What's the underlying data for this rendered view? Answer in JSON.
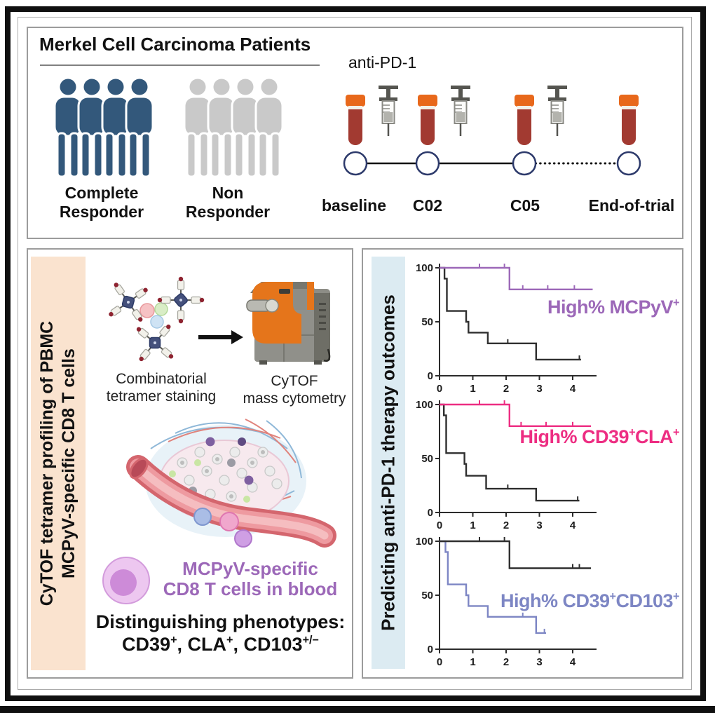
{
  "top_panel": {
    "title": "Merkel Cell Carcinoma Patients",
    "treatment_label": "anti-PD-1",
    "patient_groups": [
      {
        "label_line1": "Complete",
        "label_line2": "Responder",
        "color": "#33587b"
      },
      {
        "label_line1": "Non",
        "label_line2": "Responder",
        "color": "#c9c9c9"
      }
    ],
    "timeline": {
      "timepoints": [
        {
          "label": "baseline",
          "blood_sample": true,
          "infusion": true
        },
        {
          "label": "C02",
          "blood_sample": true,
          "infusion": true
        },
        {
          "label": "C05",
          "blood_sample": true,
          "infusion": true
        },
        {
          "label": "End-of-trial",
          "blood_sample": true,
          "infusion": false
        }
      ]
    }
  },
  "left_panel": {
    "sidebar": {
      "line1": "CyTOF tetramer profiling of PBMC",
      "line2": "MCPyV-specific CD8 T cells",
      "bg": "#fae3cf"
    },
    "workflow": {
      "step1_caption_line1": "Combinatorial",
      "step1_caption_line2": "tetramer staining",
      "step2_caption_line1": "CyTOF",
      "step2_caption_line2": "mass cytometry"
    },
    "cell_callout": {
      "line1": "MCPyV-specific",
      "line2": "CD8 T cells in blood",
      "color": "#9c68b8"
    },
    "phenotypes": {
      "heading": "Distinguishing phenotypes:",
      "list": "CD39^{+}, CLA^{+}, CD103^{+/−}"
    }
  },
  "right_panel": {
    "sidebar": {
      "text": "Predicting anti-PD-1 therapy outcomes",
      "bg": "#dcebf2"
    }
  },
  "icons": {
    "blood_tube_cap": "#e8681b",
    "blood_tube_body": "#a23a31",
    "timeline_circle_border": "#2d3a6b",
    "syringe_gray": "#555550"
  },
  "chart_data": [
    {
      "type": "line",
      "variant": "kaplan-meier",
      "title": "",
      "xlabel": "",
      "ylabel": "",
      "xlim": [
        0,
        4.7
      ],
      "ylim": [
        0,
        100
      ],
      "xticks": [
        0,
        1,
        2,
        3,
        4
      ],
      "yticks": [
        0,
        50,
        100
      ],
      "label": {
        "text": "High% MCPyV^{+}",
        "color": "#9c68b8",
        "top": 55
      },
      "series": [
        {
          "name": "other-patients",
          "color": "#2f2f2f",
          "points": [
            [
              0,
              100
            ],
            [
              0.15,
              100
            ],
            [
              0.15,
              90
            ],
            [
              0.22,
              90
            ],
            [
              0.22,
              60
            ],
            [
              0.8,
              60
            ],
            [
              0.8,
              50
            ],
            [
              0.87,
              50
            ],
            [
              0.87,
              40
            ],
            [
              1.45,
              40
            ],
            [
              1.45,
              30
            ],
            [
              2.9,
              30
            ],
            [
              2.9,
              15
            ],
            [
              4.25,
              15
            ]
          ],
          "censors": [
            [
              2.05,
              30
            ],
            [
              4.2,
              15
            ]
          ]
        },
        {
          "name": "high-percent-MCPyV+",
          "color": "#9c68b8",
          "points": [
            [
              0,
              100
            ],
            [
              2.1,
              100
            ],
            [
              2.1,
              80
            ],
            [
              4.6,
              80
            ]
          ],
          "censors": [
            [
              1.2,
              100
            ],
            [
              1.95,
              100
            ],
            [
              2.5,
              80
            ],
            [
              3.25,
              80
            ],
            [
              4.05,
              80
            ]
          ]
        }
      ]
    },
    {
      "type": "line",
      "variant": "kaplan-meier",
      "title": "",
      "xlabel": "",
      "ylabel": "",
      "xlim": [
        0,
        4.7
      ],
      "ylim": [
        0,
        100
      ],
      "xticks": [
        0,
        1,
        2,
        3,
        4
      ],
      "yticks": [
        0,
        50,
        100
      ],
      "label": {
        "text": "High% CD39^{+}CLA^{+}",
        "color": "#ed2d82",
        "top": 45
      },
      "series": [
        {
          "name": "other-patients",
          "color": "#2f2f2f",
          "points": [
            [
              0,
              100
            ],
            [
              0.13,
              100
            ],
            [
              0.13,
              90
            ],
            [
              0.2,
              90
            ],
            [
              0.2,
              55
            ],
            [
              0.75,
              55
            ],
            [
              0.75,
              45
            ],
            [
              0.8,
              45
            ],
            [
              0.8,
              34
            ],
            [
              1.4,
              34
            ],
            [
              1.4,
              22
            ],
            [
              2.9,
              22
            ],
            [
              2.9,
              11
            ],
            [
              4.2,
              11
            ]
          ],
          "censors": [
            [
              2.05,
              22
            ],
            [
              4.15,
              11
            ]
          ]
        },
        {
          "name": "high-percent-CD39+CLA+",
          "color": "#ed2d82",
          "points": [
            [
              0,
              100
            ],
            [
              2.1,
              100
            ],
            [
              2.1,
              80
            ],
            [
              4.55,
              80
            ]
          ],
          "censors": [
            [
              1.2,
              100
            ],
            [
              1.95,
              100
            ],
            [
              2.45,
              80
            ],
            [
              3.2,
              80
            ],
            [
              4.0,
              80
            ]
          ]
        }
      ]
    },
    {
      "type": "line",
      "variant": "kaplan-meier",
      "title": "",
      "xlabel": "",
      "ylabel": "",
      "xlim": [
        0,
        4.7
      ],
      "ylim": [
        0,
        100
      ],
      "xticks": [
        0,
        1,
        2,
        3,
        4
      ],
      "yticks": [
        0,
        50,
        100
      ],
      "label": {
        "text": "High% CD39^{+}CD103^{+}",
        "color": "#7d86c4",
        "top": 84
      },
      "series": [
        {
          "name": "high-percent-CD39+CD103+",
          "color": "#7d86c4",
          "points": [
            [
              0,
              100
            ],
            [
              0.18,
              100
            ],
            [
              0.18,
              90
            ],
            [
              0.25,
              90
            ],
            [
              0.25,
              60
            ],
            [
              0.8,
              60
            ],
            [
              0.8,
              50
            ],
            [
              0.87,
              50
            ],
            [
              0.87,
              40
            ],
            [
              1.45,
              40
            ],
            [
              1.45,
              30
            ],
            [
              2.9,
              30
            ],
            [
              2.9,
              15
            ],
            [
              3.2,
              15
            ]
          ],
          "censors": [
            [
              2.5,
              30
            ],
            [
              3.15,
              15
            ]
          ]
        },
        {
          "name": "other-patients",
          "color": "#2f2f2f",
          "points": [
            [
              0,
              100
            ],
            [
              2.1,
              100
            ],
            [
              2.1,
              75
            ],
            [
              4.55,
              75
            ]
          ],
          "censors": [
            [
              1.2,
              100
            ],
            [
              1.95,
              100
            ],
            [
              4.0,
              75
            ],
            [
              4.2,
              75
            ]
          ]
        }
      ]
    }
  ]
}
